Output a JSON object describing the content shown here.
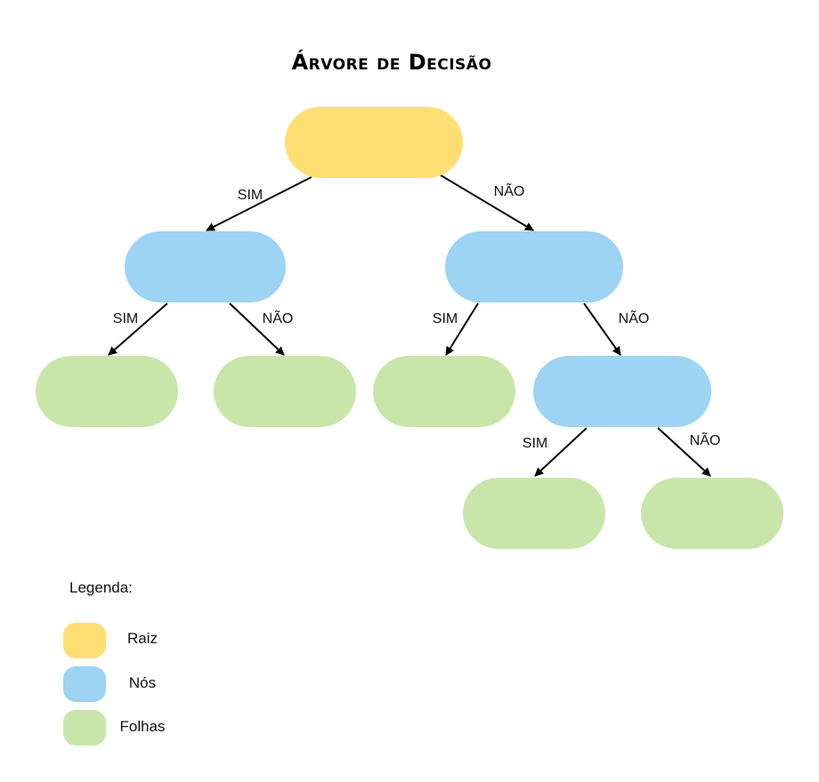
{
  "title": "Árvore de Decisão",
  "colors": {
    "root": "#FFDE74",
    "node": "#9DD3F3",
    "leaf": "#C8E6AA",
    "edge": "#000000"
  },
  "edges": [
    {
      "label": "SIM"
    },
    {
      "label": "NÃO"
    },
    {
      "label": "SIM"
    },
    {
      "label": "NÃO"
    },
    {
      "label": "SIM"
    },
    {
      "label": "NÃO"
    },
    {
      "label": "SIM"
    },
    {
      "label": "NÃO"
    }
  ],
  "legend": {
    "heading": "Legenda:",
    "items": [
      {
        "label": "Raiz",
        "color": "#FFDE74"
      },
      {
        "label": "Nós",
        "color": "#9DD3F3"
      },
      {
        "label": "Folhas",
        "color": "#C8E6AA"
      }
    ]
  }
}
